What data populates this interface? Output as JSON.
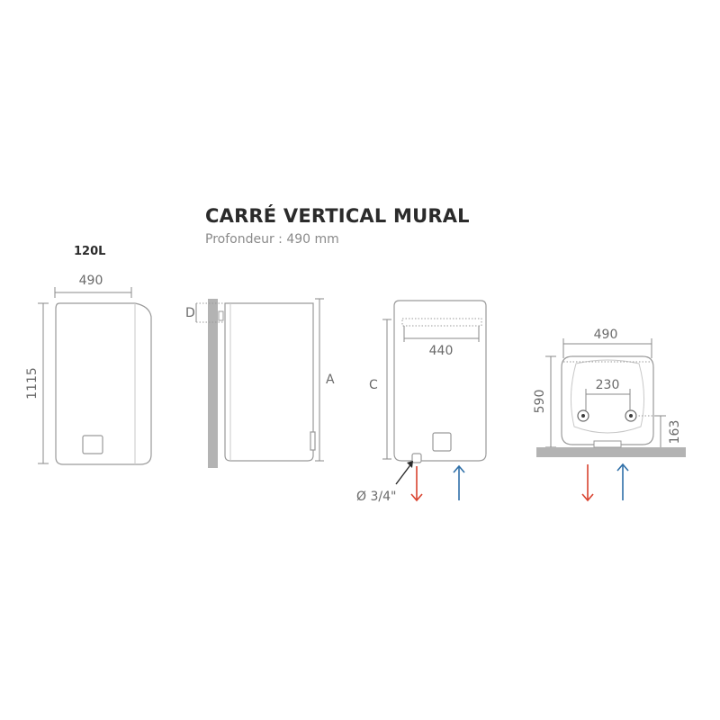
{
  "header": {
    "title": "CARRÉ VERTICAL MURAL",
    "subtitle": "Profondeur : 490 mm"
  },
  "model": "120L",
  "front_view": {
    "width_label": "490",
    "height_label": "1115"
  },
  "side_view": {
    "label_d": "D",
    "label_a": "A"
  },
  "back_view": {
    "label_c": "C",
    "width_label": "440",
    "pipe_label": "Ø 3/4\""
  },
  "bottom_view": {
    "width_label": "490",
    "inner_label": "230",
    "height_label": "590",
    "pipe_height_label": "163"
  },
  "colors": {
    "hot_arrow": "#d9432f",
    "cold_arrow": "#2f6fa8",
    "wall": "#b3b3b3"
  }
}
